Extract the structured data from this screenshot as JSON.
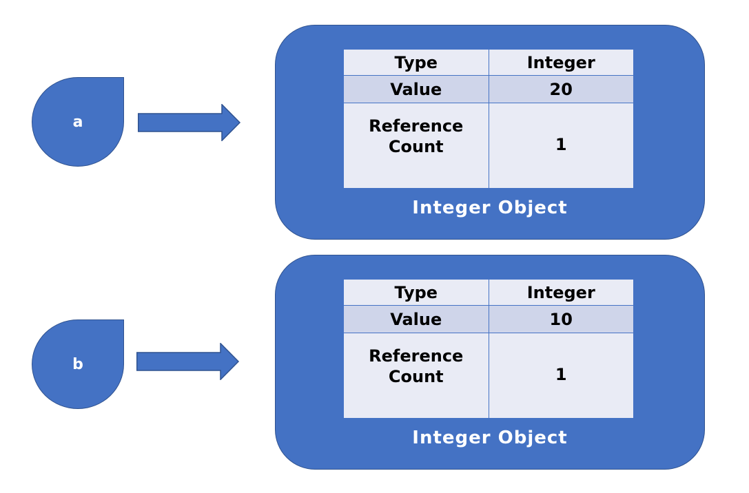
{
  "colors": {
    "shape_fill": "#4472c4",
    "shape_border": "#2f528f",
    "row_light": "#e9ebf5",
    "row_mid": "#cfd5ea"
  },
  "variables": [
    {
      "name": "a",
      "object": {
        "type_key": "Type",
        "type_value": "Integer",
        "value_key": "Value",
        "value_value": "20",
        "ref_key_line1": "Reference",
        "ref_key_line2": "Count",
        "ref_value": "1",
        "label": "Integer Object"
      }
    },
    {
      "name": "b",
      "object": {
        "type_key": "Type",
        "type_value": "Integer",
        "value_key": "Value",
        "value_value": "10",
        "ref_key_line1": "Reference",
        "ref_key_line2": "Count",
        "ref_value": "1",
        "label": "Integer Object"
      }
    }
  ]
}
